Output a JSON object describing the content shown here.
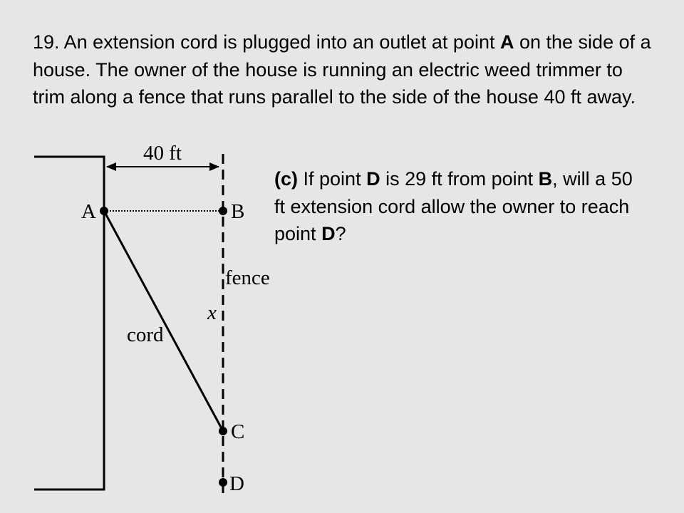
{
  "problem": {
    "number": "19.",
    "text_part1": "An extension cord is plugged into an outlet at point ",
    "point_a": "A",
    "text_part2": " on the side of a house.  The owner of the house is running an electric weed trimmer to trim along a fence that runs parallel to the side of the house 40 ft away."
  },
  "subquestion": {
    "label": "(c)",
    "text_part1": "If point ",
    "point_d": "D",
    "text_part2": " is 29 ft from point ",
    "point_b": "B",
    "text_part3": ", will a 50 ft extension cord allow the owner to reach point ",
    "point_d2": "D",
    "text_part4": "?"
  },
  "diagram": {
    "distance_label": "40  ft",
    "label_a": "A",
    "label_b": "B",
    "label_c": "C",
    "label_d": "D",
    "fence_label": "fence",
    "x_label": "x",
    "cord_label": "cord"
  }
}
